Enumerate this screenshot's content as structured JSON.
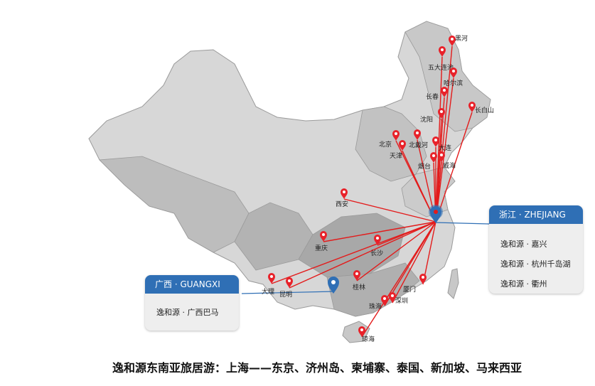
{
  "hub": {
    "label": "浙江 · ZHEJIANG",
    "color": "#2f6fb5"
  },
  "zhejiang_card": {
    "title": "浙江 · ZHEJIANG",
    "items": [
      "逸和源 · 嘉兴",
      "逸和源 · 杭州千岛湖",
      "逸和源 · 衢州"
    ]
  },
  "guangxi_card": {
    "title": "广西 · GUANGXI",
    "items": [
      "逸和源 · 广西巴马"
    ]
  },
  "cities": [
    "黑河",
    "五大连池",
    "哈尔滨",
    "长春",
    "长白山",
    "沈阳",
    "北京",
    "北戴河",
    "大连",
    "天津",
    "烟台",
    "威海",
    "西安",
    "重庆",
    "长沙",
    "桂林",
    "大理",
    "昆明",
    "厦门",
    "深圳",
    "珠海",
    "琼海"
  ],
  "route_color": "#e31b1b",
  "marker_color": "#e8222a",
  "footer": "逸和源东南亚旅居游：上海——东京、济州岛、柬埔寨、泰国、新加坡、马来西亚"
}
